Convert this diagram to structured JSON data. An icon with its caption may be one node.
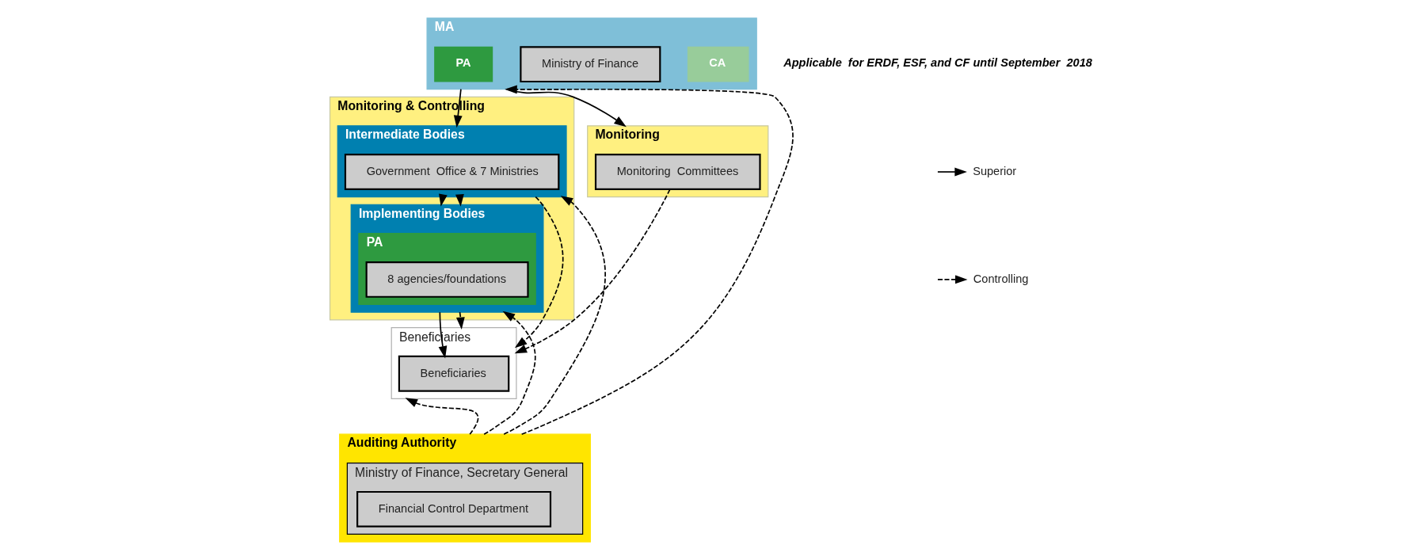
{
  "diagram": {
    "nodes": [
      {
        "text": [
          "MA"
        ]
      },
      {
        "text": [
          "CA"
        ],
        "in": 0
      },
      {
        "text": [
          "Ministry of Finance"
        ],
        "in": 0
      },
      {
        "text": [
          "PA"
        ],
        "in": 0
      },
      {
        "text": [
          "Monitoring & Controlling"
        ]
      },
      {
        "text": [
          "Intermediate Bodies"
        ],
        "in": 4
      },
      {
        "text": [
          "Government  Office & 7 Ministries"
        ],
        "in": 5
      },
      {
        "text": [
          "Implementing Bodies"
        ],
        "in": 4
      },
      {
        "text": [
          "PA"
        ],
        "in": 7
      },
      {
        "text": [
          "8 agencies/foundations"
        ],
        "in": 8
      },
      {
        "text": [
          "Beneficiaries"
        ]
      },
      {
        "text": [
          "Beneficiaries"
        ],
        "in": 10
      },
      {
        "text": [
          "Monitoring"
        ]
      },
      {
        "text": [
          "Monitoring  Committees"
        ],
        "in": 12
      },
      {
        "text": [
          "Auditing Authority"
        ]
      },
      {
        "text": [
          "Ministry of Finance, Secretary General"
        ],
        "in": 14
      },
      {
        "text": [
          "Financial Control Department"
        ],
        "in": 15
      }
    ],
    "edges": [
      {
        "from": 0,
        "to": 5,
        "arrow": "to"
      },
      {
        "from": 5,
        "to": 7,
        "arrow": "to"
      },
      {
        "from": 7,
        "to": 11,
        "arrow": "to"
      },
      {
        "from": 0,
        "to": 12,
        "arrow": "to"
      },
      {
        "from": 14,
        "to": 0,
        "arrow": "to",
        "style": "dashed"
      },
      {
        "from": 14,
        "to": 5,
        "arrow": "to",
        "style": "dashed"
      },
      {
        "from": 14,
        "to": 7,
        "arrow": "to",
        "style": "dashed"
      },
      {
        "from": 14,
        "to": 10,
        "arrow": "to",
        "style": "dashed"
      },
      {
        "from": 5,
        "to": 10,
        "arrow": "to",
        "style": "dashed"
      },
      {
        "from": 5,
        "to": 7,
        "arrow": "to",
        "style": "dashed"
      },
      {
        "from": 7,
        "to": 10,
        "arrow": "to",
        "style": "dashed"
      },
      {
        "from": 13,
        "to": 10,
        "arrow": "to",
        "style": "dashed"
      }
    ],
    "labels": [
      "Applicable  for ERDF, ESF, and CF until September  2018"
    ],
    "legend": [
      {
        "text": "Superior"
      },
      {
        "text": "Controlling"
      }
    ]
  }
}
